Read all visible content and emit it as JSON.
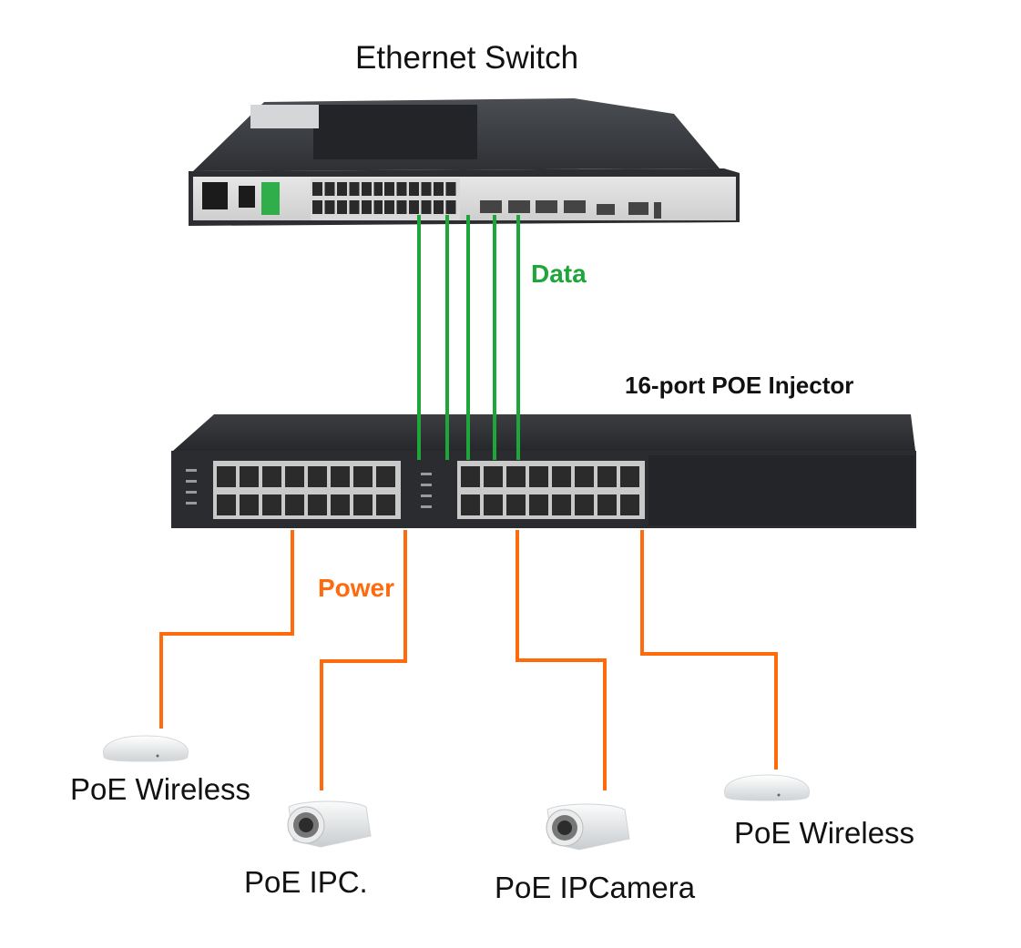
{
  "title": "Ethernet Switch",
  "injector": {
    "label": "16-port POE Injector"
  },
  "links": {
    "data": {
      "label": "Data",
      "color": "#1ea63a",
      "count": 5
    },
    "power": {
      "label": "Power",
      "color": "#ff6a0d",
      "count": 4
    }
  },
  "devices": [
    {
      "type": "wireless-ap",
      "label": "PoE Wireless"
    },
    {
      "type": "ip-camera",
      "label": "PoE IPC."
    },
    {
      "type": "ip-camera",
      "label": "PoE IPCamera"
    },
    {
      "type": "wireless-ap",
      "label": "PoE Wireless"
    }
  ]
}
